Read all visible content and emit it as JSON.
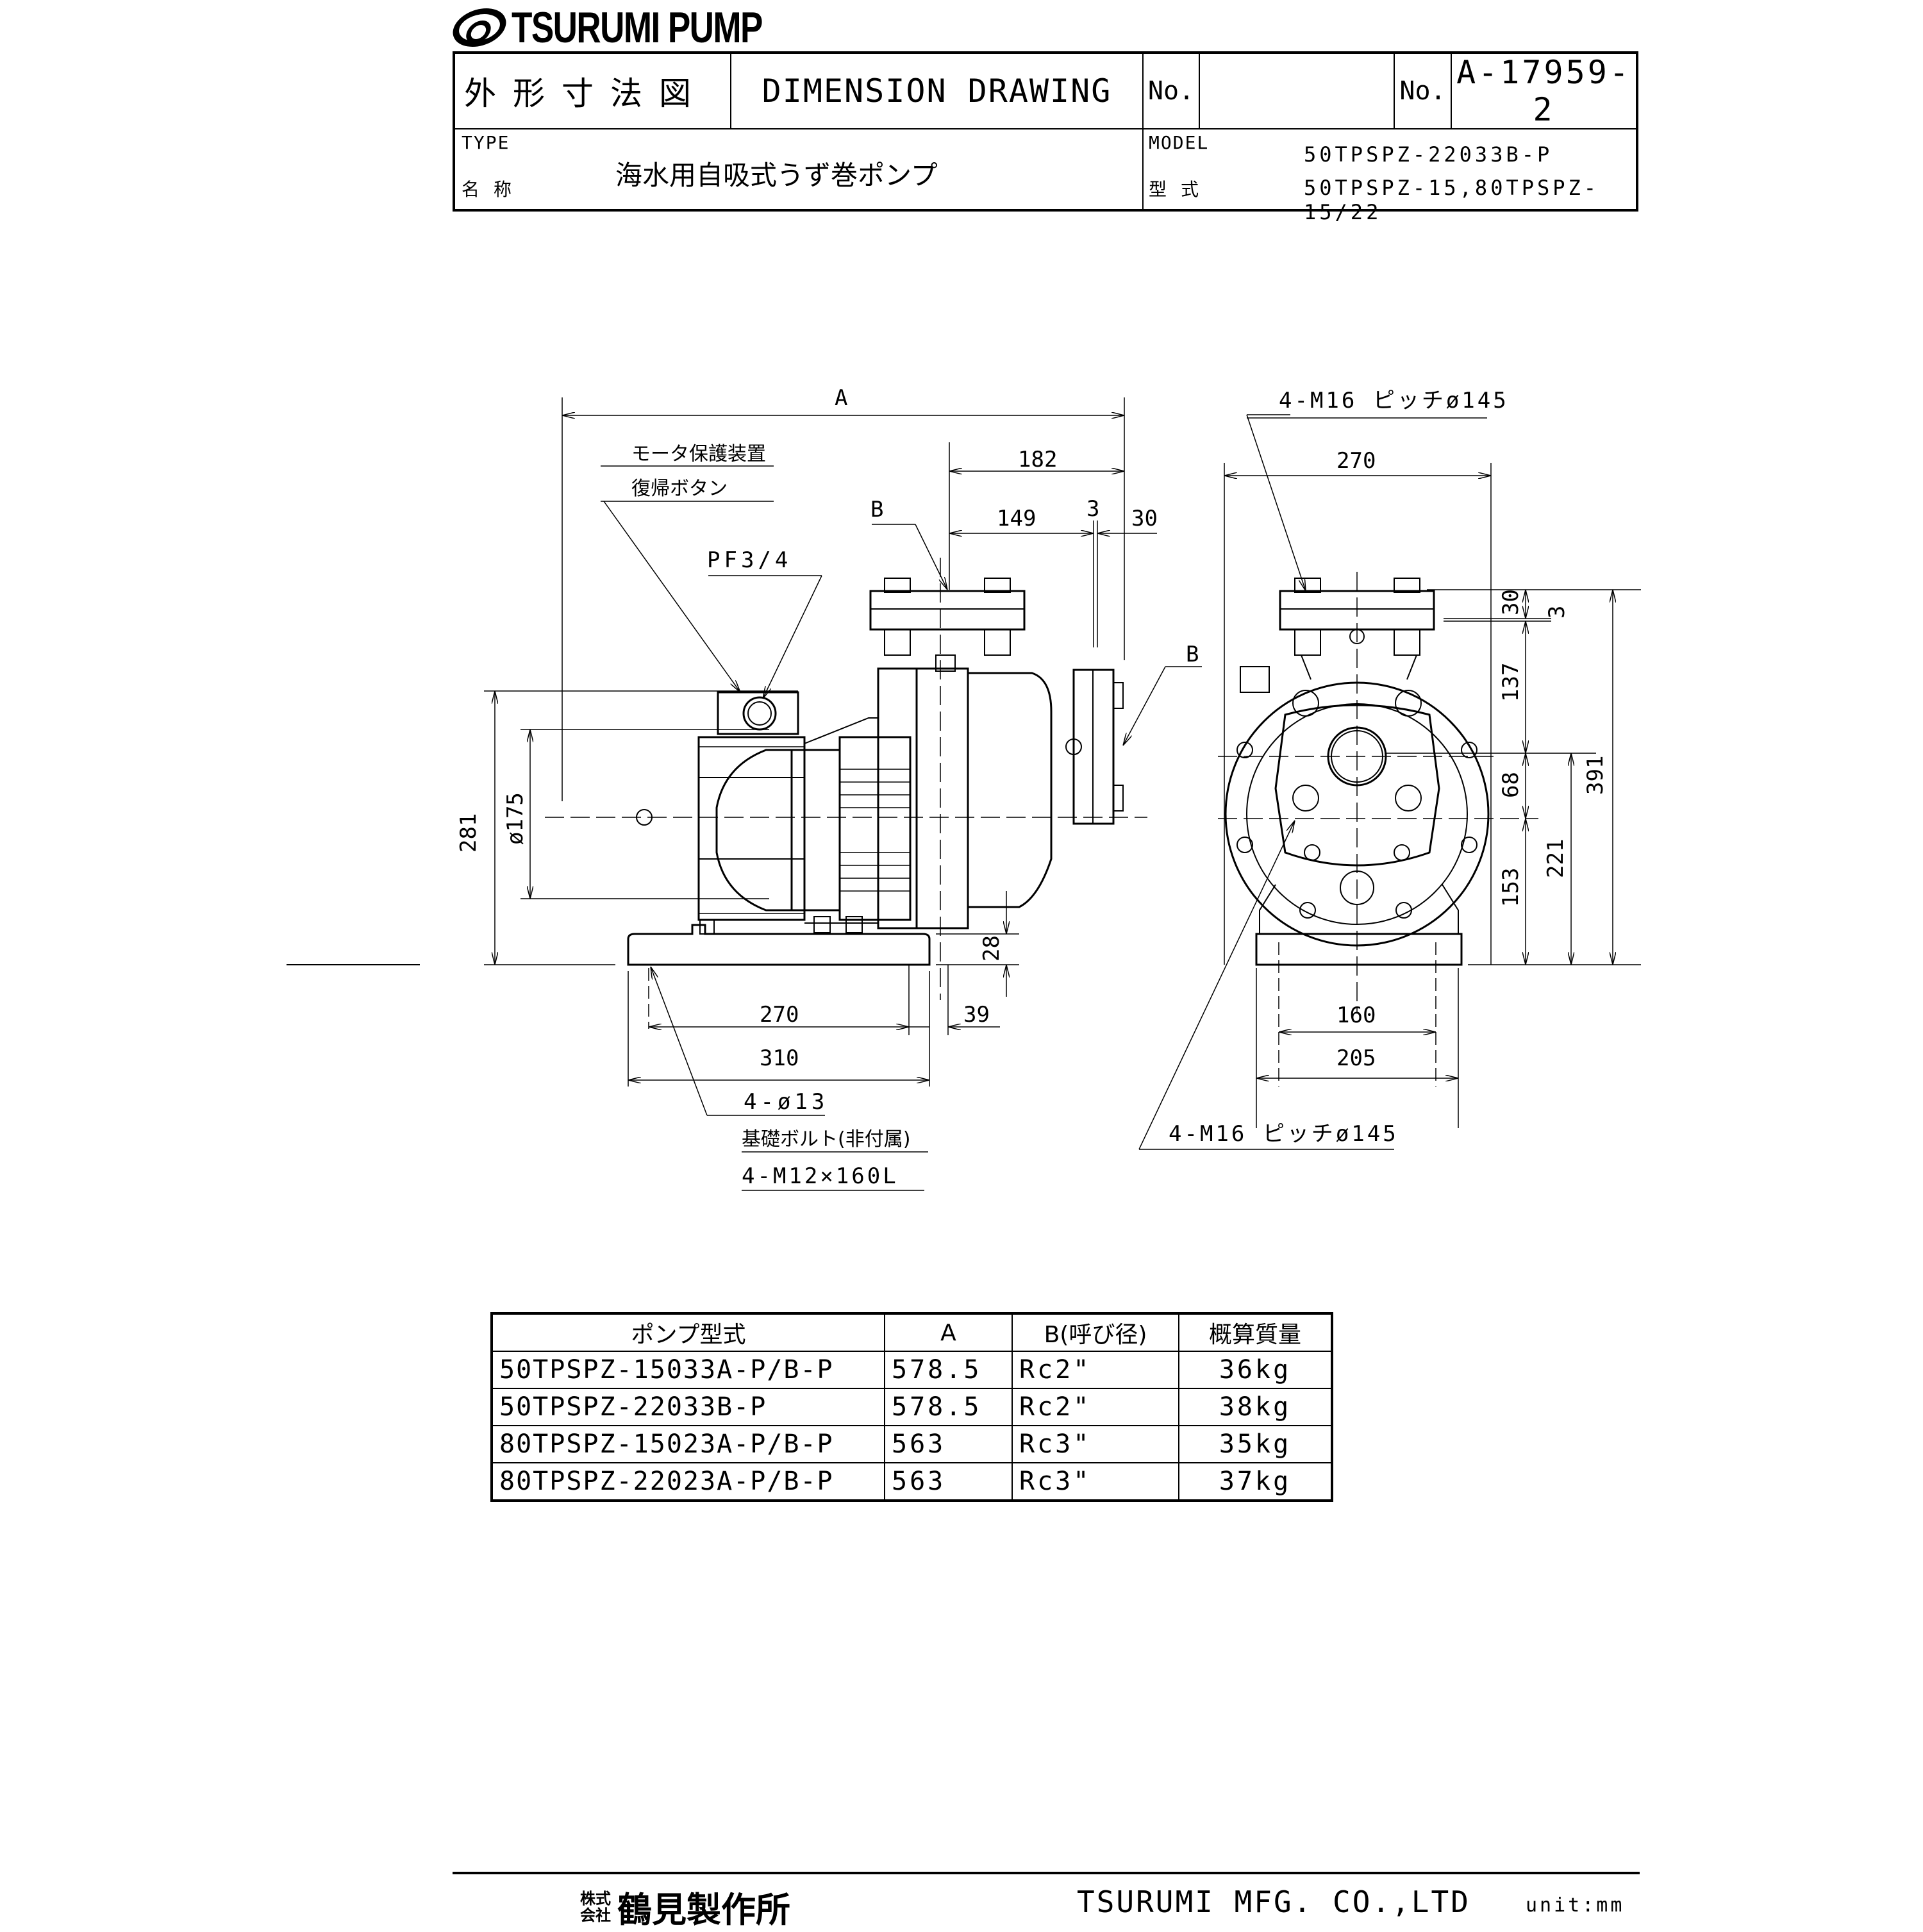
{
  "header": {
    "brand": "TSURUMI PUMP",
    "title_jp": "外形寸法図",
    "title_en": "DIMENSION DRAWING",
    "no_label_1": "No.",
    "no_value_1": "",
    "no_label_2": "No.",
    "doc_number": "A-17959-2",
    "type_label_en": "TYPE",
    "type_label_jp": "名称",
    "type_value": "海水用自吸式うず巻ポンプ",
    "model_label_en": "MODEL",
    "model_label_jp": "型式",
    "model_line_1": "50TPSPZ-22033B-P",
    "model_line_2": "50TPSPZ-15,80TPSPZ-15/22"
  },
  "front_view": {
    "dim_A": "A",
    "dim_182": "182",
    "dim_149": "149",
    "dim_3": "3",
    "dim_30": "30",
    "label_B_top": "B",
    "label_B_side": "B",
    "note_motor_protect_1": "モータ保護装置",
    "note_motor_protect_2": "復帰ボタン",
    "note_pf": "PF3/4",
    "dim_281": "281",
    "dim_phi175": "ø175",
    "dim_28": "28",
    "dim_270": "270",
    "dim_39": "39",
    "dim_310": "310",
    "note_holes": "4-ø13",
    "note_anchor_1": "基礎ボルト(非付属)",
    "note_anchor_2": "4-M12×160L"
  },
  "side_view": {
    "note_flange_top": "4-M16 ピッチø145",
    "dim_270": "270",
    "dim_30": "30",
    "dim_3": "3",
    "dim_137": "137",
    "dim_68": "68",
    "dim_391": "391",
    "dim_221": "221",
    "dim_153": "153",
    "dim_160": "160",
    "dim_205": "205",
    "note_flange_bottom": "4-M16 ピッチø145"
  },
  "spec_table": {
    "columns": [
      "ポンプ型式",
      "A",
      "B(呼び径)",
      "概算質量"
    ],
    "rows": [
      [
        "50TPSPZ-15033A-P/B-P",
        "578.5",
        "Rc2\"",
        "36kg"
      ],
      [
        "50TPSPZ-22033B-P",
        "578.5",
        "Rc2\"",
        "38kg"
      ],
      [
        "80TPSPZ-15023A-P/B-P",
        "563",
        "Rc3\"",
        "35kg"
      ],
      [
        "80TPSPZ-22023A-P/B-P",
        "563",
        "Rc3\"",
        "37kg"
      ]
    ]
  },
  "footer": {
    "company_prefix": "株式会社",
    "company_jp": "鶴見製作所",
    "company_en": "TSURUMI MFG. CO.,LTD",
    "unit": "unit:mm"
  }
}
